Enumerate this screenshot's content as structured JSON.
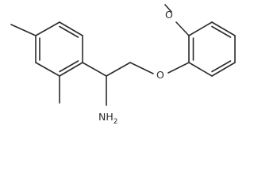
{
  "molecule": {
    "atom_labels": {
      "amine": "NH",
      "amine_subscript": "2",
      "ether_oxygen": "O",
      "methoxy_oxygen": "O"
    },
    "colors": {
      "bond": "#2b2b2b",
      "label": "#2b2b2b",
      "background": "#ffffff"
    }
  }
}
